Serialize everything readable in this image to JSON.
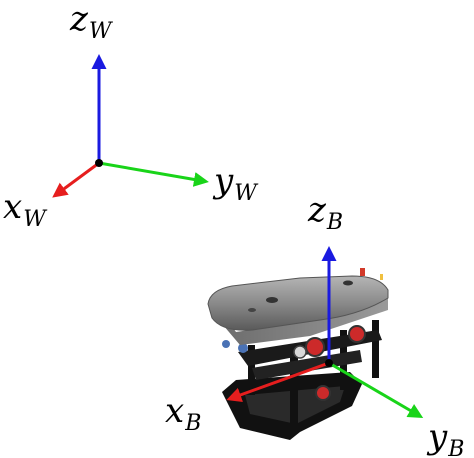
{
  "world_frame": {
    "x_axis": {
      "main": "x",
      "sub": "W",
      "color": "#e61e1e"
    },
    "y_axis": {
      "main": "y",
      "sub": "W",
      "color": "#19d419"
    },
    "z_axis": {
      "main": "z",
      "sub": "W",
      "color": "#1a1ae0"
    }
  },
  "body_frame": {
    "x_axis": {
      "main": "x",
      "sub": "B",
      "color": "#e61e1e"
    },
    "y_axis": {
      "main": "y",
      "sub": "B",
      "color": "#19d419"
    },
    "z_axis": {
      "main": "z",
      "sub": "B",
      "color": "#1a1ae0"
    }
  },
  "vehicle": {
    "hull_color": "#8a8a8a",
    "frame_color": "#111111",
    "thruster_color": "#cc2a2a"
  }
}
